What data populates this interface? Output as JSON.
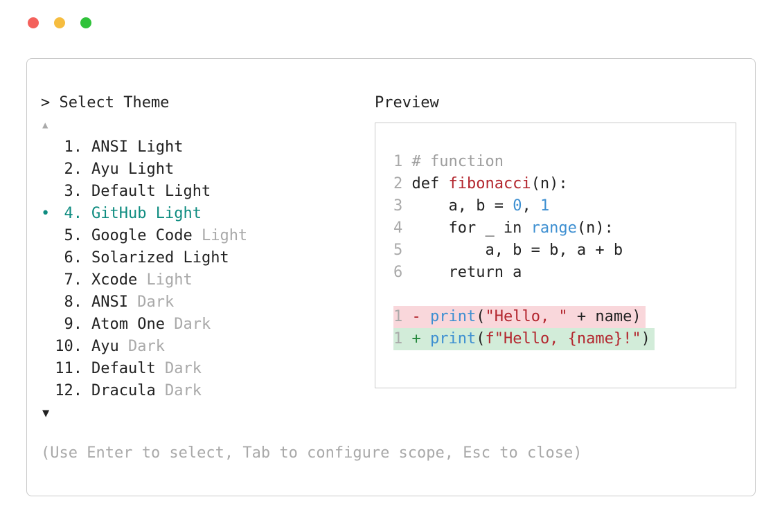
{
  "window": {
    "controls": [
      {
        "name": "close",
        "color": "#f4615c"
      },
      {
        "name": "minimize",
        "color": "#f6bd3f"
      },
      {
        "name": "zoom",
        "color": "#2fc23a"
      }
    ]
  },
  "picker": {
    "title": "> Select Theme",
    "scroll_up": "▲",
    "scroll_down": "▼",
    "selected_marker": "•",
    "hint": "(Use Enter to select, Tab to configure scope, Esc to close)",
    "items": [
      {
        "number": "1.",
        "name": "ANSI",
        "variant": "Light",
        "variant_muted": false,
        "selected": false
      },
      {
        "number": "2.",
        "name": "Ayu",
        "variant": "Light",
        "variant_muted": false,
        "selected": false
      },
      {
        "number": "3.",
        "name": "Default",
        "variant": "Light",
        "variant_muted": false,
        "selected": false
      },
      {
        "number": "4.",
        "name": "GitHub",
        "variant": "Light",
        "variant_muted": false,
        "selected": true
      },
      {
        "number": "5.",
        "name": "Google Code",
        "variant": "Light",
        "variant_muted": true,
        "selected": false
      },
      {
        "number": "6.",
        "name": "Solarized",
        "variant": "Light",
        "variant_muted": false,
        "selected": false
      },
      {
        "number": "7.",
        "name": "Xcode",
        "variant": "Light",
        "variant_muted": true,
        "selected": false
      },
      {
        "number": "8.",
        "name": "ANSI",
        "variant": "Dark",
        "variant_muted": true,
        "selected": false
      },
      {
        "number": "9.",
        "name": "Atom One",
        "variant": "Dark",
        "variant_muted": true,
        "selected": false
      },
      {
        "number": "10.",
        "name": "Ayu",
        "variant": "Dark",
        "variant_muted": true,
        "selected": false
      },
      {
        "number": "11.",
        "name": "Default",
        "variant": "Dark",
        "variant_muted": true,
        "selected": false
      },
      {
        "number": "12.",
        "name": "Dracula",
        "variant": "Dark",
        "variant_muted": true,
        "selected": false
      }
    ]
  },
  "preview": {
    "label": "Preview",
    "code_lines": [
      {
        "num": "1",
        "bg": null,
        "tokens": [
          {
            "text": "# function",
            "type": "comment"
          }
        ]
      },
      {
        "num": "2",
        "bg": null,
        "tokens": [
          {
            "text": "def ",
            "type": "plain"
          },
          {
            "text": "fibonacci",
            "type": "red"
          },
          {
            "text": "(n):",
            "type": "plain"
          }
        ]
      },
      {
        "num": "3",
        "bg": null,
        "tokens": [
          {
            "text": "    a, b = ",
            "type": "plain"
          },
          {
            "text": "0",
            "type": "blue"
          },
          {
            "text": ", ",
            "type": "plain"
          },
          {
            "text": "1",
            "type": "blue"
          }
        ]
      },
      {
        "num": "4",
        "bg": null,
        "tokens": [
          {
            "text": "    for _ in ",
            "type": "plain"
          },
          {
            "text": "range",
            "type": "blue"
          },
          {
            "text": "(n):",
            "type": "plain"
          }
        ]
      },
      {
        "num": "5",
        "bg": null,
        "tokens": [
          {
            "text": "        a, b = b, a + b",
            "type": "plain"
          }
        ]
      },
      {
        "num": "6",
        "bg": null,
        "tokens": [
          {
            "text": "    return a",
            "type": "plain"
          }
        ]
      },
      {
        "num": "",
        "bg": null,
        "tokens": []
      },
      {
        "num": "1",
        "bg": "del",
        "tokens": [
          {
            "text": "- ",
            "type": "del-marker"
          },
          {
            "text": "print",
            "type": "blue"
          },
          {
            "text": "(",
            "type": "plain"
          },
          {
            "text": "\"Hello, \"",
            "type": "red"
          },
          {
            "text": " + name)",
            "type": "plain"
          }
        ]
      },
      {
        "num": "1",
        "bg": "add",
        "tokens": [
          {
            "text": "+ ",
            "type": "add-marker"
          },
          {
            "text": "print",
            "type": "blue"
          },
          {
            "text": "(",
            "type": "plain"
          },
          {
            "text": "f\"Hello, {name}!\"",
            "type": "red"
          },
          {
            "text": ")",
            "type": "plain"
          }
        ]
      }
    ]
  },
  "colors": {
    "text": "#222222",
    "muted": "#a9a9a9",
    "accent_teal": "#0e8c80",
    "syntax_red": "#b3262e",
    "syntax_blue": "#3d8fd1",
    "comment": "#9d9d9d",
    "line_number": "#a9a9a9",
    "diff_del_bg": "#f9d7db",
    "diff_add_bg": "#d2ecd9",
    "diff_add_marker": "#22863a",
    "panel_border": "#c9c9c9"
  }
}
